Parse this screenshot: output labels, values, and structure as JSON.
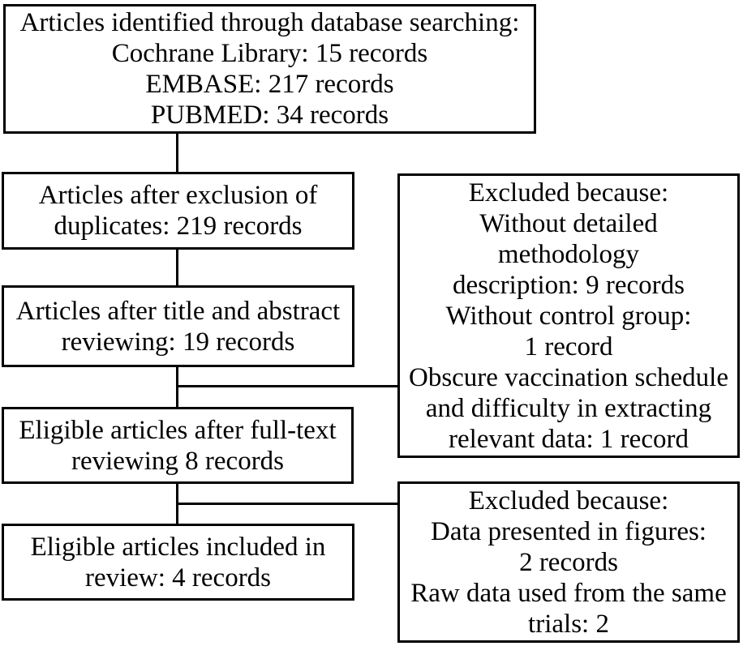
{
  "diagram": {
    "type": "flowchart",
    "background_color": "#ffffff",
    "line_color": "#000000",
    "text_color": "#000000",
    "nodes": {
      "identified": {
        "text": "Articles identified through database searching:\nCochrane Library: 15 records\nEMBASE: 217 records\nPUBMED: 34 records"
      },
      "after_duplicates": {
        "text": "Articles after exclusion of\nduplicates: 219 records"
      },
      "after_title_abstract": {
        "text": "Articles after title and abstract\nreviewing: 19 records"
      },
      "after_fulltext": {
        "text": "Eligible articles after full-text\nreviewing 8 records"
      },
      "included": {
        "text": "Eligible articles included in\nreview: 4 records"
      },
      "excluded_fulltext": {
        "text": "Excluded because:\nWithout detailed\nmethodology\ndescription: 9 records\nWithout control group:\n1 record\nObscure vaccination schedule\nand difficulty in extracting\nrelevant data: 1 record"
      },
      "excluded_final": {
        "text": "Excluded because:\nData presented in figures:\n2 records\nRaw data used from the same\ntrials: 2"
      }
    },
    "counts": {
      "cochrane_library_records": 15,
      "embase_records": 217,
      "pubmed_records": 34,
      "after_duplicate_exclusion": 219,
      "after_title_abstract_review": 19,
      "after_fulltext_review": 8,
      "included_in_review": 4,
      "excluded_without_methodology_description": 9,
      "excluded_without_control_group": 1,
      "excluded_obscure_schedule_data_extraction": 1,
      "excluded_data_in_figures": 2,
      "excluded_raw_data_same_trials": 2
    },
    "edges": [
      {
        "from": "identified",
        "to": "after_duplicates"
      },
      {
        "from": "after_duplicates",
        "to": "after_title_abstract"
      },
      {
        "from": "after_title_abstract",
        "to": "after_fulltext"
      },
      {
        "from": "after_title_abstract",
        "to": "excluded_fulltext"
      },
      {
        "from": "after_fulltext",
        "to": "included"
      },
      {
        "from": "after_fulltext",
        "to": "excluded_final"
      }
    ]
  }
}
